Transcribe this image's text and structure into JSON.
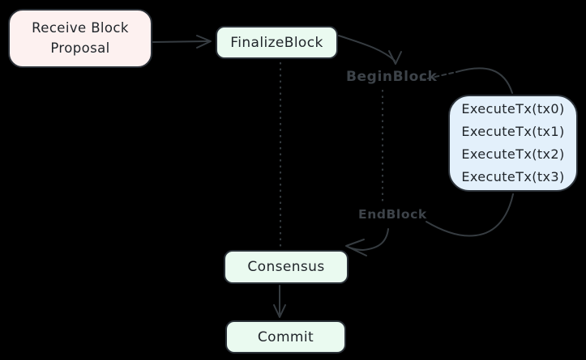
{
  "diagram": {
    "nodes": {
      "receive": {
        "line1": "Receive Block",
        "line2": "Proposal",
        "fill": "#fdf1f0"
      },
      "finalize": {
        "label": "FinalizeBlock",
        "fill": "#eafaf0"
      },
      "execute": {
        "lines": [
          "ExecuteTx(tx0)",
          "ExecuteTx(tx1)",
          "ExecuteTx(tx2)",
          "ExecuteTx(tx3)"
        ],
        "fill": "#e3f0fb"
      },
      "consensus": {
        "label": "Consensus",
        "fill": "#eafaf0"
      },
      "commit": {
        "label": "Commit",
        "fill": "#eafaf0"
      }
    },
    "edge_labels": {
      "begin_block": "BeginBlock",
      "end_block": "EndBlock"
    },
    "colors": {
      "background": "#000000",
      "edge_stroke": "#363c41",
      "node_border": "#2b3138",
      "node_text": "#21262b",
      "edge_label_text": "#3d4349"
    }
  }
}
